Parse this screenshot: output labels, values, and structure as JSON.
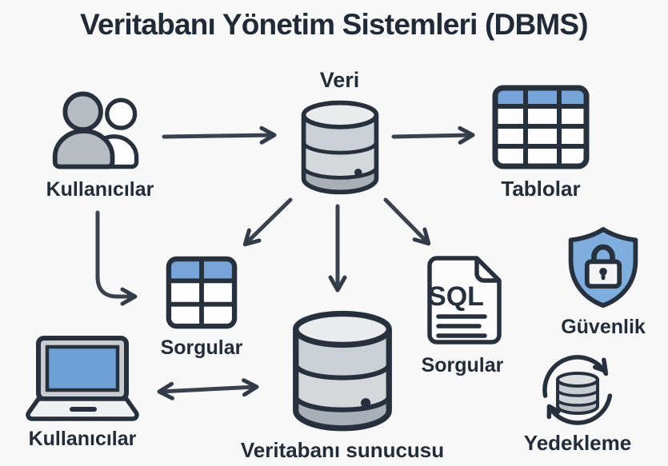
{
  "title": "Veritabanı Yönetim Sistemleri (DBMS)",
  "nodes": {
    "users_top": {
      "label": "Kullanıcılar",
      "icon": "users-icon"
    },
    "data_db": {
      "label": "Veri",
      "icon": "database-icon"
    },
    "tables": {
      "label": "Tablolar",
      "icon": "table-icon"
    },
    "queries_table": {
      "label": "Sorgular",
      "icon": "table-icon"
    },
    "users_bottom": {
      "label": "Kullanıcılar",
      "icon": "laptop-icon"
    },
    "db_server": {
      "label": "Veritabanı sunucusu",
      "icon": "database-icon"
    },
    "sql_doc": {
      "label": "Sorgular",
      "badge": "SQL",
      "icon": "sql-document-icon"
    },
    "security": {
      "label": "Güvenlik",
      "icon": "shield-lock-icon"
    },
    "backup": {
      "label": "Yedekleme",
      "icon": "backup-cycle-icon"
    }
  },
  "connections": [
    {
      "from": "users_top",
      "to": "data_db",
      "direction": "one-way"
    },
    {
      "from": "data_db",
      "to": "tables",
      "direction": "one-way"
    },
    {
      "from": "data_db",
      "to": "queries_table",
      "direction": "one-way"
    },
    {
      "from": "data_db",
      "to": "db_server",
      "direction": "one-way"
    },
    {
      "from": "data_db",
      "to": "sql_doc",
      "direction": "one-way"
    },
    {
      "from": "users_top",
      "to": "queries_table",
      "direction": "one-way"
    },
    {
      "from": "users_bottom",
      "to": "db_server",
      "direction": "two-way"
    }
  ],
  "colors": {
    "background": "#f7f8f7",
    "ink": "#27313e",
    "accent_blue": "#78a5d9",
    "gray_fill": "#b7bcc3",
    "cylinder_light": "#e9ebec",
    "cylinder_dark": "#a9afb6"
  }
}
